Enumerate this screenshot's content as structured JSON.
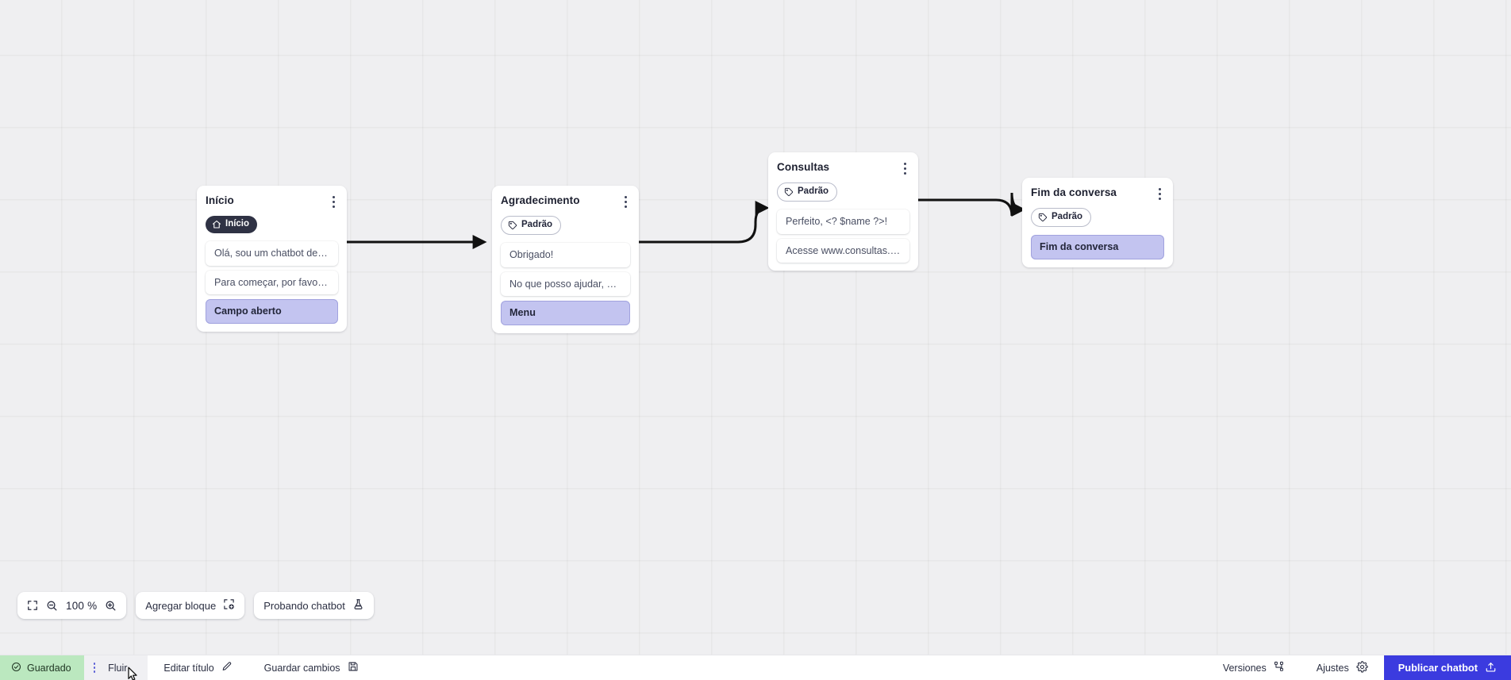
{
  "canvas": {
    "nodes": [
      {
        "id": "inicio",
        "title": "Início",
        "badge": {
          "label": "Início",
          "icon": "home-icon",
          "style": "start"
        },
        "rows": [
          {
            "text": "Olá, sou um chatbot de teste!",
            "type": "message"
          },
          {
            "text": "Para começar, por favor digite o ...",
            "type": "message"
          },
          {
            "text": "Campo aberto",
            "type": "input"
          }
        ]
      },
      {
        "id": "agradecimento",
        "title": "Agradecimento",
        "badge": {
          "label": "Padrão",
          "icon": "tag-icon",
          "style": "default"
        },
        "rows": [
          {
            "text": "Obrigado!",
            "type": "message"
          },
          {
            "text": "No que posso ajudar, <? $name ...",
            "type": "message"
          },
          {
            "text": "Menu",
            "type": "input"
          }
        ]
      },
      {
        "id": "consultas",
        "title": "Consultas",
        "badge": {
          "label": "Padrão",
          "icon": "tag-icon",
          "style": "default"
        },
        "rows": [
          {
            "text": "Perfeito, <? $name ?>!",
            "type": "message"
          },
          {
            "text": "Acesse www.consultas.com par...",
            "type": "message"
          }
        ]
      },
      {
        "id": "fim-da-conversa",
        "title": "Fim da conversa",
        "badge": {
          "label": "Padrão",
          "icon": "tag-icon",
          "style": "default"
        },
        "rows": [
          {
            "text": "Fim da conversa",
            "type": "input"
          }
        ]
      }
    ]
  },
  "toolbar": {
    "fit_icon": "fit-screen-icon",
    "zoom_out_icon": "zoom-out-icon",
    "zoom_level": "100 %",
    "zoom_in_icon": "zoom-in-icon",
    "add_block_label": "Agregar bloque",
    "add_block_icon": "add-block-icon",
    "test_chatbot_label": "Probando chatbot",
    "test_chatbot_icon": "flask-icon"
  },
  "statusbar": {
    "saved_label": "Guardado",
    "saved_icon": "check-circle-icon",
    "flow_tab_label": "Fluir",
    "flow_tab_icon": "drag-dots-icon",
    "edit_title_label": "Editar título",
    "edit_title_icon": "pencil-icon",
    "save_changes_label": "Guardar cambios",
    "save_changes_icon": "save-disk-icon",
    "versions_label": "Versiones",
    "versions_icon": "branch-icon",
    "settings_label": "Ajustes",
    "settings_icon": "gear-icon",
    "publish_label": "Publicar chatbot",
    "publish_icon": "upload-icon"
  },
  "colors": {
    "canvas_bg": "#efeff1",
    "accent_blue": "#3b3bdf",
    "input_row": "#c3c4f0",
    "saved_green": "#bbe8bf",
    "start_badge": "#2f3244"
  }
}
